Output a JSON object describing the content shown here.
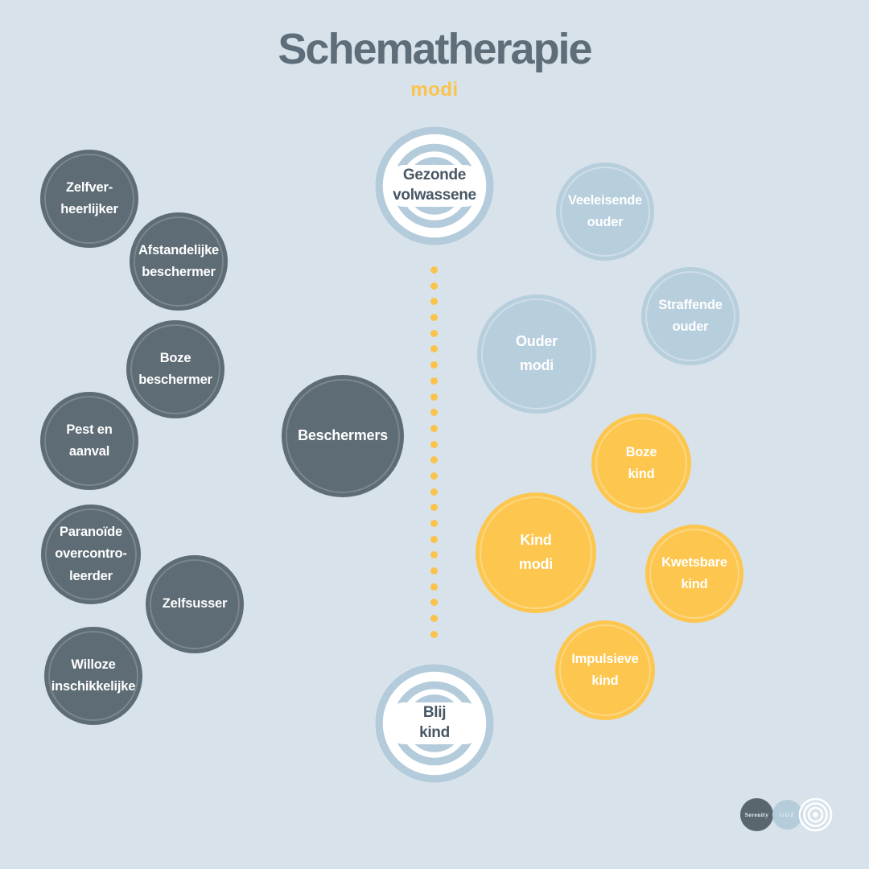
{
  "header": {
    "title": "Schematherapie",
    "subtitle": "modi"
  },
  "targets": [
    {
      "id": "gezonde-volwassene",
      "label": "Gezonde\nvolwassene"
    },
    {
      "id": "blij-kind",
      "label": "Blij\nkind"
    }
  ],
  "modes": [
    {
      "id": "zelfverheerlijker",
      "group": "beschermers",
      "label": "Zelfver-\nheerlijker"
    },
    {
      "id": "afstandelijke-beschermer",
      "group": "beschermers",
      "label": "Afstandelijke\nbeschermer"
    },
    {
      "id": "boze-beschermer",
      "group": "beschermers",
      "label": "Boze\nbeschermer"
    },
    {
      "id": "pest-en-aanval",
      "group": "beschermers",
      "label": "Pest en\naanval"
    },
    {
      "id": "paranoide-overcontroleerder",
      "group": "beschermers",
      "label": "Paranoïde\novercontro-\nleerder"
    },
    {
      "id": "zelfsusser",
      "group": "beschermers",
      "label": "Zelfsusser"
    },
    {
      "id": "willoze-inschikkelijke",
      "group": "beschermers",
      "label": "Willoze\ninschikkelijke"
    },
    {
      "id": "beschermers",
      "group": "beschermers",
      "label": "Beschermers"
    },
    {
      "id": "veeleisende-ouder",
      "group": "ouder",
      "label": "Veeleisende\nouder"
    },
    {
      "id": "straffende-ouder",
      "group": "ouder",
      "label": "Straffende\nouder"
    },
    {
      "id": "ouder-modi",
      "group": "ouder",
      "label": "Ouder\nmodi"
    },
    {
      "id": "boze-kind",
      "group": "kind",
      "label": "Boze\nkind"
    },
    {
      "id": "kind-modi",
      "group": "kind",
      "label": "Kind\nmodi"
    },
    {
      "id": "kwetsbare-kind",
      "group": "kind",
      "label": "Kwetsbare\nkind"
    },
    {
      "id": "impulsieve-kind",
      "group": "kind",
      "label": "Impulsieve\nkind"
    }
  ],
  "logo": {
    "name_primary": "Serenity",
    "name_secondary": "GGZ",
    "icon": "concentric-circles-icon"
  },
  "colors": {
    "background": "#d8e2ea",
    "title_text": "#5d6d79",
    "accent_yellow": "#fbc34c",
    "beschermers_circle": "#5e6c75",
    "ouder_circle": "#b7cedd",
    "kind_circle": "#fdc64e",
    "target_ring": "#b3cbda",
    "target_text": "#475764",
    "circle_text": "#ffffff"
  }
}
